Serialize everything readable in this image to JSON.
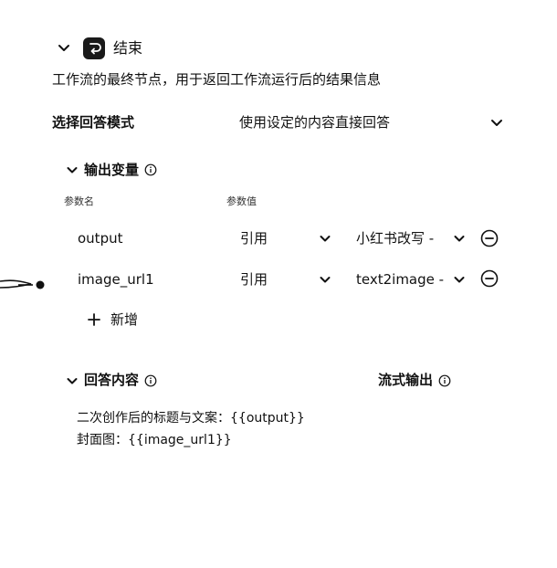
{
  "node": {
    "title": "结束",
    "description": "工作流的最终节点，用于返回工作流运行后的结果信息",
    "icon": "end-node-icon"
  },
  "answer_mode": {
    "label": "选择回答模式",
    "value": "使用设定的内容直接回答"
  },
  "output_vars": {
    "title": "输出变量",
    "col_name": "参数名",
    "col_value": "参数值",
    "rows": [
      {
        "name": "output",
        "type": "引用",
        "ref": "小红书改写 -"
      },
      {
        "name": "image_url1",
        "type": "引用",
        "ref": "text2image -"
      }
    ],
    "add_label": "新增"
  },
  "answer_content": {
    "title": "回答内容",
    "stream_label": "流式输出",
    "lines": [
      "二次创作后的标题与文案：{{output}}",
      "封面图：{{image_url1}}"
    ]
  },
  "colors": {
    "text": "#111111",
    "icon_bg": "#1a1a1a"
  }
}
